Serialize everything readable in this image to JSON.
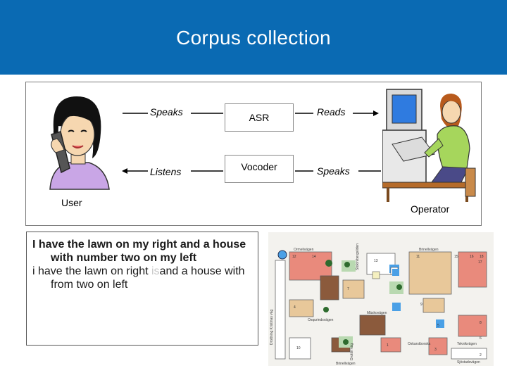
{
  "title": "Corpus collection",
  "diagram": {
    "speaks_left": "Speaks",
    "listens": "Listens",
    "asr": "ASR",
    "vocoder": "Vocoder",
    "reads": "Reads",
    "speaks_right": "Speaks",
    "user": "User",
    "operator": "Operator"
  },
  "utterance": {
    "reference": "I have the lawn on my right and a house with number two on my left",
    "hyp_part1": "i have the lawn on right ",
    "hyp_inserted": "is",
    "hyp_part2": "and a house with from two on left"
  },
  "map": {
    "street_labels": [
      "Ormelivägen",
      "Brinellvägen",
      "Stokinibergsliden",
      "Drottning Kristinas väg",
      "Osqurindsvägen",
      "Mäskovägen",
      "Teknikvägen",
      "Oskarstborska",
      "Drottin väg",
      "Sjöstadsvägen",
      "Brinellvägen"
    ],
    "house_numbers": [
      "12",
      "14",
      "15",
      "16",
      "17",
      "18",
      "11",
      "9",
      "5",
      "3",
      "8",
      "6",
      "2",
      "1",
      "4",
      "7",
      "10",
      "13"
    ],
    "colors": {
      "red": "#e98a7c",
      "tan": "#e8c89a",
      "brown": "#8b5a3c",
      "bg": "#ecebe6",
      "green": "#b9d9b1"
    }
  }
}
